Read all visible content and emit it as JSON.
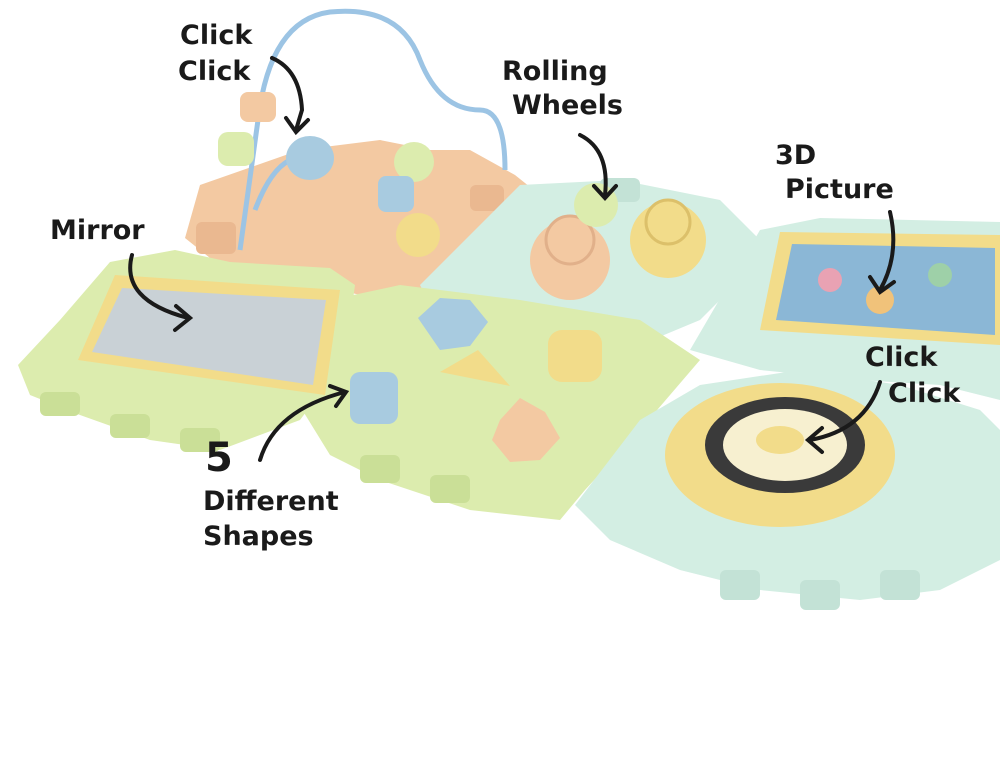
{
  "labels": {
    "click_click_top": [
      "Click",
      "Click"
    ],
    "rolling_wheels": [
      "Rolling",
      "Wheels"
    ],
    "picture_3d": [
      "3D",
      "Picture"
    ],
    "mirror": "Mirror",
    "click_click_right": [
      "Click",
      "Click"
    ],
    "shapes": {
      "number": "5",
      "line1": "Different",
      "line2": "Shapes"
    }
  },
  "colors": {
    "peach": "#f3c9a2",
    "mint": "#d3eee3",
    "green": "#dcecae",
    "yellow": "#f2dc8a",
    "blue": "#a8cbe0",
    "mirror": "#c9d1d6",
    "wire": "#9cc4e4"
  }
}
